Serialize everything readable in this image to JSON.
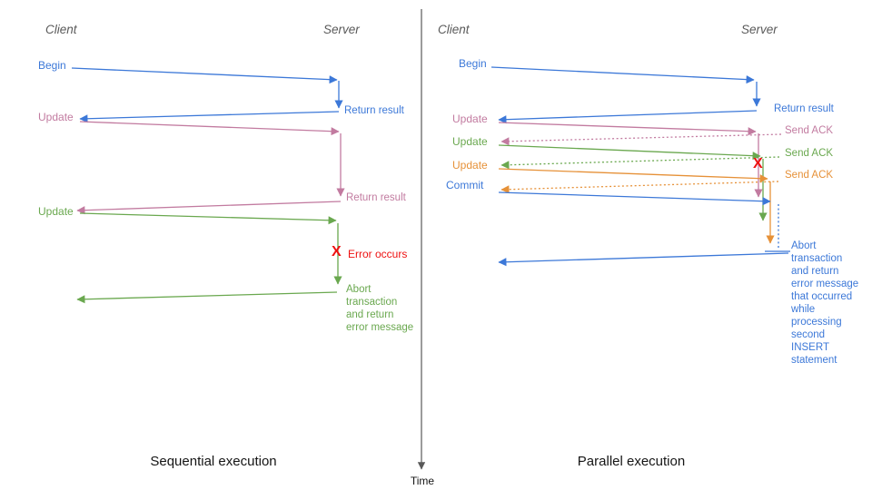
{
  "palette": {
    "blue": "#3c78d8",
    "pink": "#c27ba0",
    "green": "#6aa84f",
    "orange": "#e69138",
    "red": "#ee1111",
    "gray": "#595959"
  },
  "time_axis": {
    "label": "Time"
  },
  "left": {
    "caption": "Sequential execution",
    "client_header": "Client",
    "server_header": "Server",
    "begin": "Begin",
    "return_result_1": "Return result",
    "update_1": "Update",
    "return_result_2": "Return result",
    "update_2": "Update",
    "error_x": "X",
    "error_label": "Error occurs",
    "abort_lines": [
      "Abort",
      "transaction",
      "and return",
      "error message"
    ]
  },
  "right": {
    "caption": "Parallel execution",
    "client_header": "Client",
    "server_header": "Server",
    "begin": "Begin",
    "return_result": "Return result",
    "update_1": "Update",
    "send_ack_1": "Send ACK",
    "update_2": "Update",
    "send_ack_2": "Send ACK",
    "update_3": "Update",
    "send_ack_3": "Send ACK",
    "commit": "Commit",
    "error_x": "X",
    "abort_lines": [
      "Abort",
      "transaction",
      "and return",
      "error message",
      "that occurred",
      "while",
      "processing",
      "second",
      "INSERT",
      "statement"
    ]
  }
}
